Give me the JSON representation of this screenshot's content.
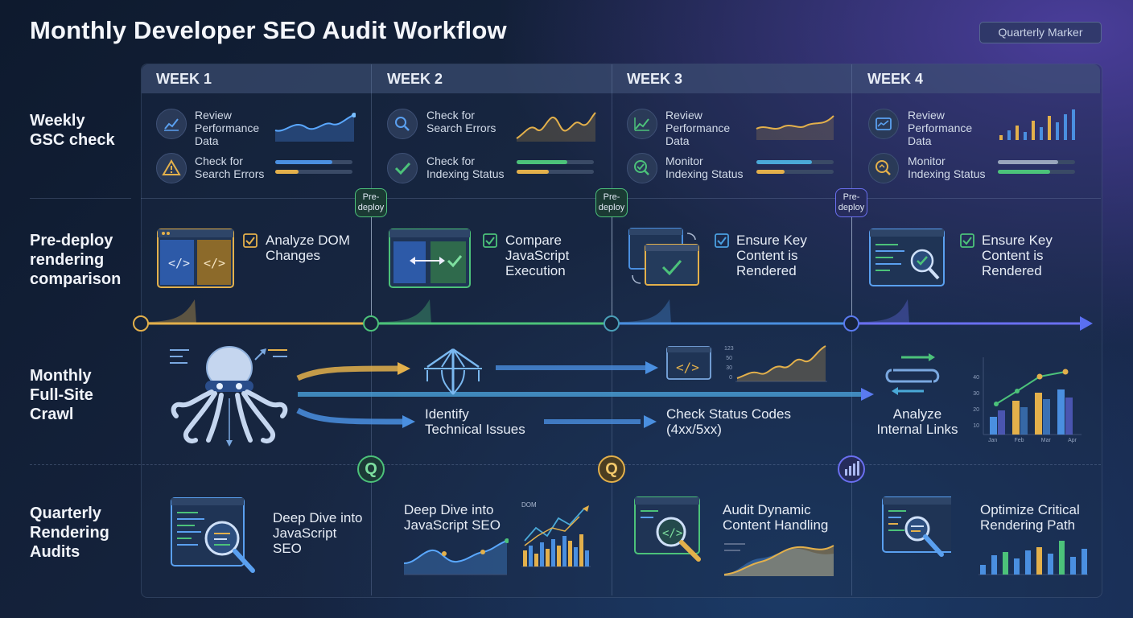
{
  "title": "Monthly Developer SEO Audit Workflow",
  "quarterly_marker": "Quarterly Marker",
  "weeks": [
    "WEEK 1",
    "WEEK 2",
    "WEEK 3",
    "WEEK 4"
  ],
  "rows": {
    "gsc": [
      "Weekly",
      "GSC check"
    ],
    "predeploy": [
      "Pre-deploy",
      "rendering",
      "comparison"
    ],
    "crawl": [
      "Monthly",
      "Full-Site",
      "Crawl"
    ],
    "quarterly": [
      "Quarterly",
      "Rendering",
      "Audits"
    ]
  },
  "gsc_cells": [
    {
      "a": [
        "Review",
        "Performance",
        "Data"
      ],
      "b": [
        "Check for",
        "Search Errors"
      ]
    },
    {
      "a": [
        "Check for",
        "Search Errors"
      ],
      "b": [
        "Check for",
        "Indexing Status"
      ]
    },
    {
      "a": [
        "Review",
        "Performance",
        "Data"
      ],
      "b": [
        "Monitor",
        "Indexing Status"
      ]
    },
    {
      "a": [
        "Review",
        "Performance",
        "Data"
      ],
      "b": [
        "Monitor",
        "Indexing Status"
      ]
    }
  ],
  "predeploy_tag": [
    "Pre-",
    "deploy"
  ],
  "predeploy_cells": [
    [
      "Analyze DOM",
      "Changes"
    ],
    [
      "Compare",
      "JavaScript",
      "Execution"
    ],
    [
      "Ensure Key",
      "Content is",
      "Rendered"
    ],
    [
      "Ensure Key",
      "Content is",
      "Rendered"
    ]
  ],
  "crawl": {
    "identify": [
      "Identify",
      "Technical Issues"
    ],
    "status": [
      "Check Status Codes",
      "(4xx/5xx)"
    ],
    "links": [
      "Analyze",
      "Internal Links"
    ],
    "mini_chart_ticks": [
      "123",
      "50",
      "30",
      "0"
    ],
    "bar_chart_ticks": [
      "40",
      "30",
      "20",
      "10"
    ],
    "bar_chart_months": [
      "Jan",
      "Feb",
      "Mar",
      "Apr"
    ]
  },
  "quarterly_cells": [
    [
      "Deep Dive into",
      "JavaScript",
      "SEO"
    ],
    [
      "Deep Dive into",
      "JavaScript SEO"
    ],
    [
      "Audit Dynamic",
      "Content Handling"
    ],
    [
      "Optimize Critical",
      "Rendering Path"
    ]
  ],
  "dom_label": "DOM",
  "q_badge": "Q",
  "colors": {
    "week1": "#e3b04b",
    "week2": "#4cc27a",
    "week3": "#4a8fe0",
    "week4": "#6a6ff0"
  }
}
